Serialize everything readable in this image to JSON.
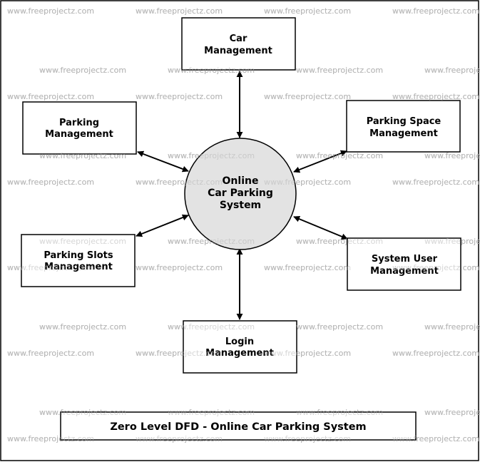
{
  "watermark": "www.freeprojectz.com",
  "center_process": {
    "lines": [
      "Online",
      "Car Parking",
      "System"
    ]
  },
  "entities": {
    "car_management": {
      "lines": [
        "Car",
        "Management"
      ]
    },
    "parking_management": {
      "lines": [
        "Parking",
        "Management"
      ]
    },
    "parking_space_management": {
      "lines": [
        "Parking Space",
        "Management"
      ]
    },
    "parking_slots_management": {
      "lines": [
        "Parking Slots",
        "Management"
      ]
    },
    "system_user_management": {
      "lines": [
        "System User",
        "Management"
      ]
    },
    "login_management": {
      "lines": [
        "Login",
        "Management"
      ]
    }
  },
  "caption": "Zero Level DFD - Online Car Parking System",
  "colors": {
    "process_fill": "#e3e3e3",
    "stroke": "#000000",
    "watermark": "#b4b4b4"
  }
}
